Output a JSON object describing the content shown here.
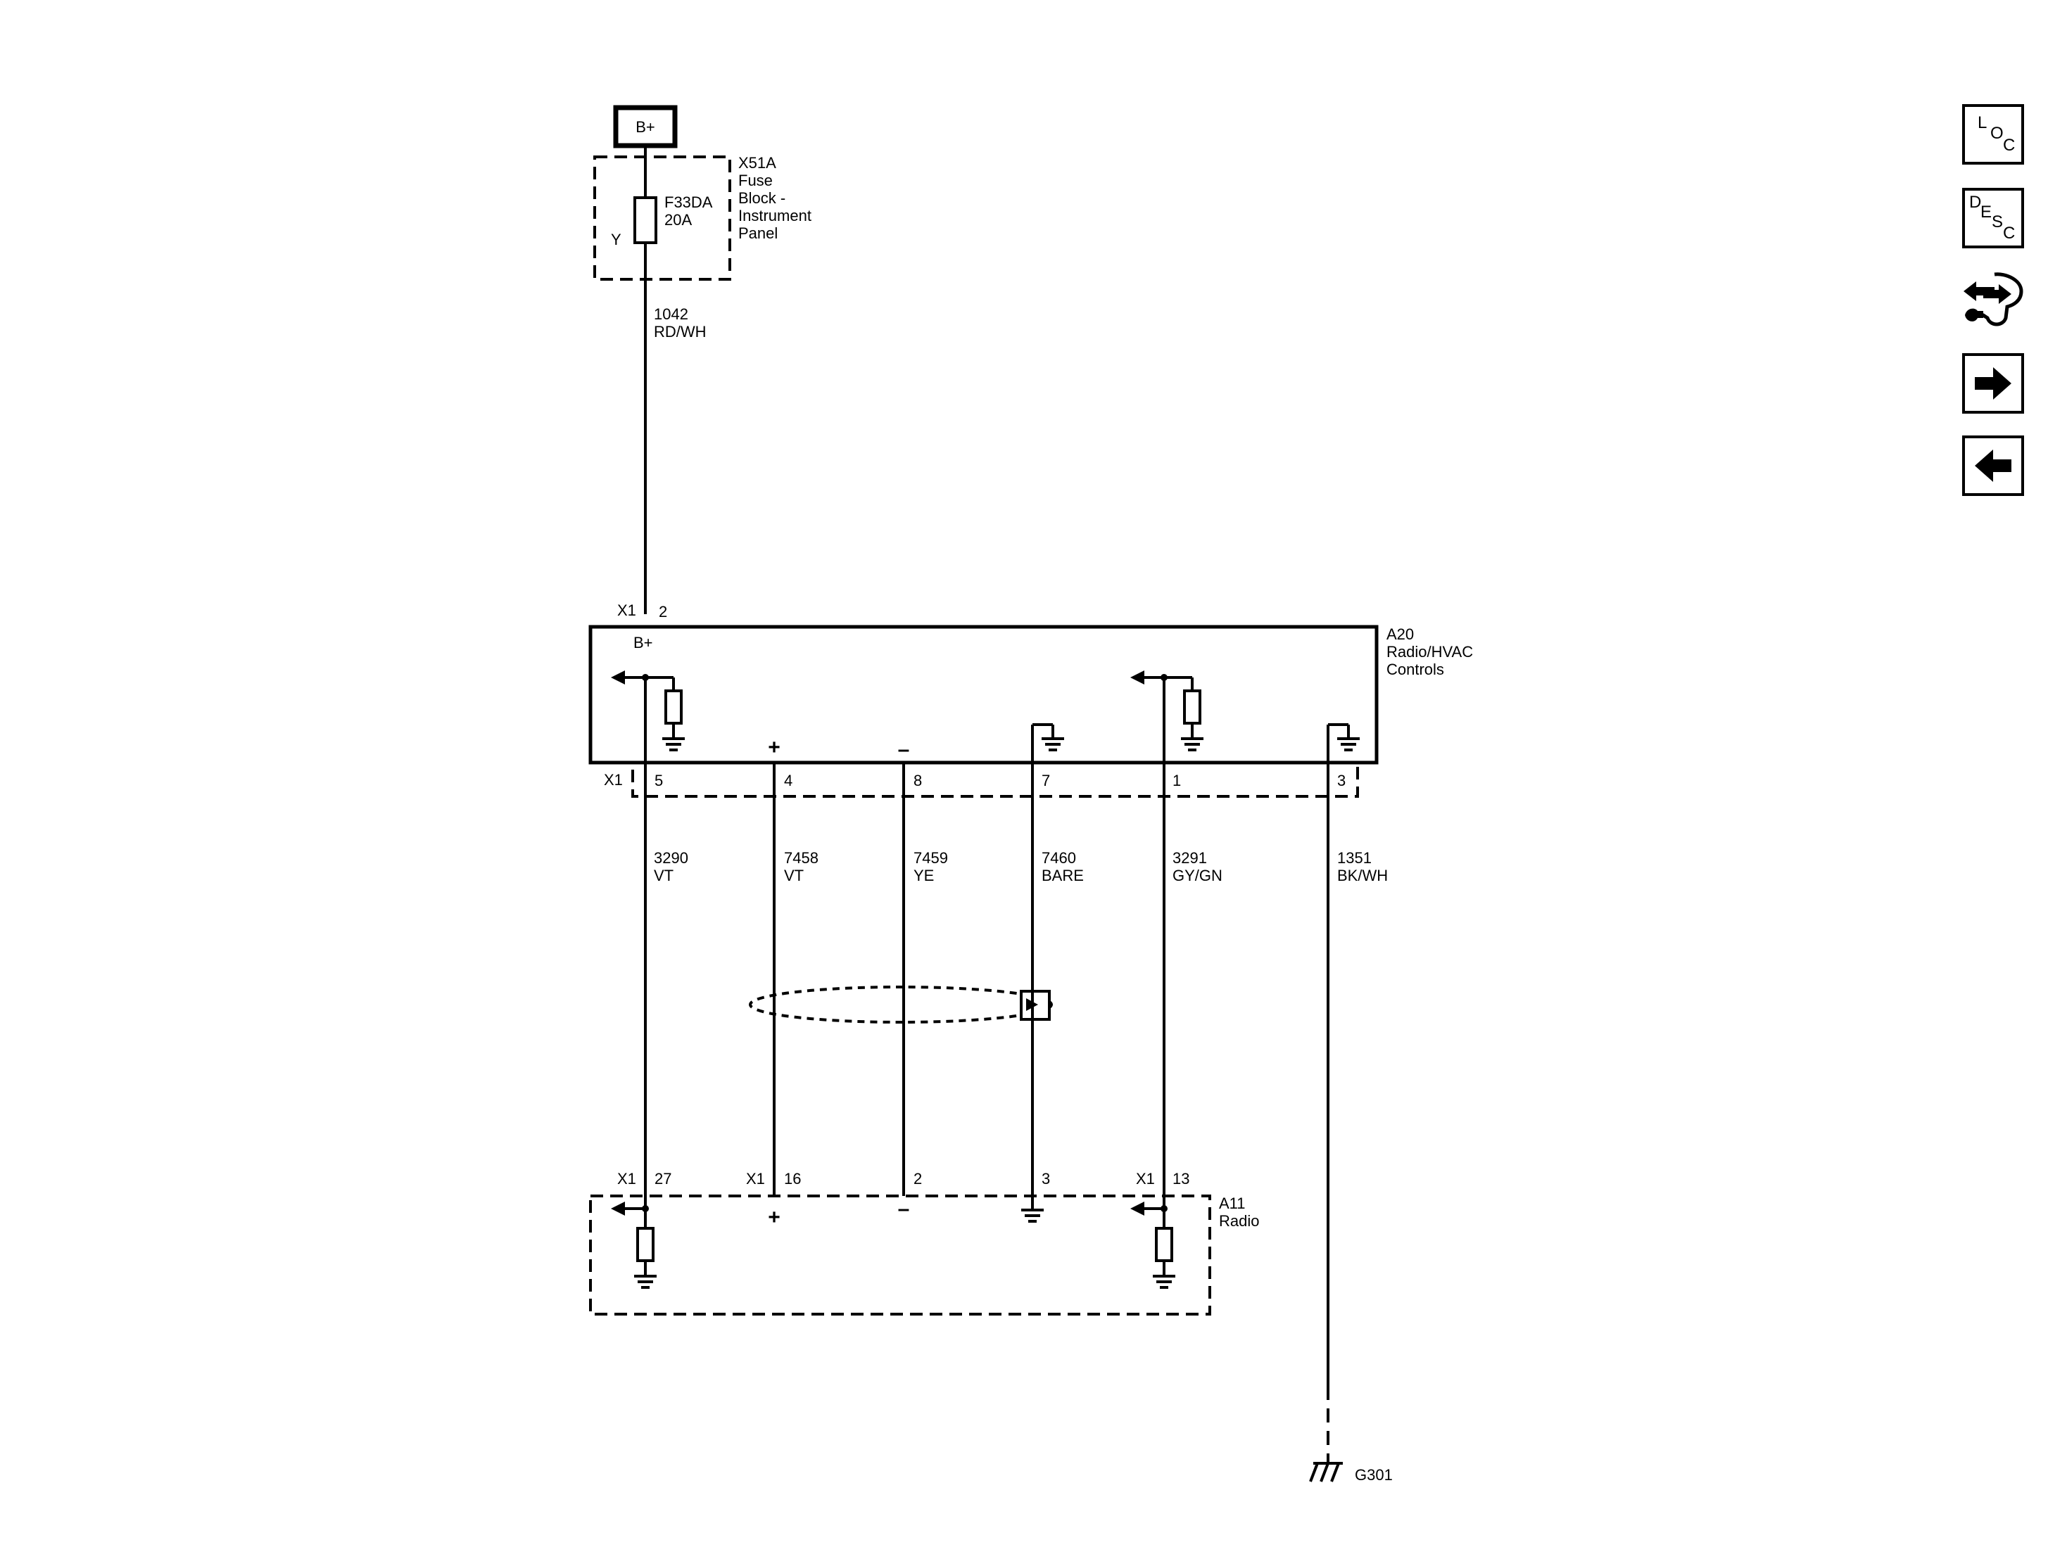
{
  "power_source": {
    "label": "B+"
  },
  "fuse_block": {
    "name_lines": [
      "X51A",
      "Fuse",
      "Block -",
      "Instrument",
      "Panel"
    ],
    "fuse_lines": [
      "F33DA",
      "20A"
    ],
    "fuse_letter": "Y"
  },
  "feed_wire": {
    "circuit": "1042",
    "color": "RD/WH"
  },
  "hvac_module": {
    "name_lines": [
      "A20",
      "Radio/HVAC",
      "Controls"
    ],
    "top_connector": "X1",
    "top_pin": "2",
    "bplus_label": "B+",
    "bottom_connector": "X1",
    "plus_symbol": "+",
    "minus_symbol": "–"
  },
  "wires": [
    {
      "pin": "5",
      "circuit": "3290",
      "color": "VT"
    },
    {
      "pin": "4",
      "circuit": "7458",
      "color": "VT"
    },
    {
      "pin": "8",
      "circuit": "7459",
      "color": "YE"
    },
    {
      "pin": "7",
      "circuit": "7460",
      "color": "BARE"
    },
    {
      "pin": "1",
      "circuit": "3291",
      "color": "GY/GN"
    },
    {
      "pin": "3",
      "circuit": "1351",
      "color": "BK/WH"
    }
  ],
  "radio": {
    "name_lines": [
      "A11",
      "Radio"
    ],
    "pins": [
      {
        "connector": "X1",
        "pin": "27"
      },
      {
        "connector": "X1",
        "pin": "16"
      },
      {
        "connector": "",
        "pin": "2"
      },
      {
        "connector": "",
        "pin": "3"
      },
      {
        "connector": "X1",
        "pin": "13"
      }
    ],
    "plus_symbol": "+",
    "minus_symbol": "–"
  },
  "ground": {
    "label": "G301"
  },
  "nav": {
    "loc": [
      "L",
      "O",
      "C"
    ],
    "desc": [
      "D",
      "E",
      "S",
      "C"
    ],
    "icons": [
      "loc-button-icon",
      "desc-button-icon",
      "connector-tool-icon",
      "next-arrow-icon",
      "previous-arrow-icon"
    ]
  }
}
